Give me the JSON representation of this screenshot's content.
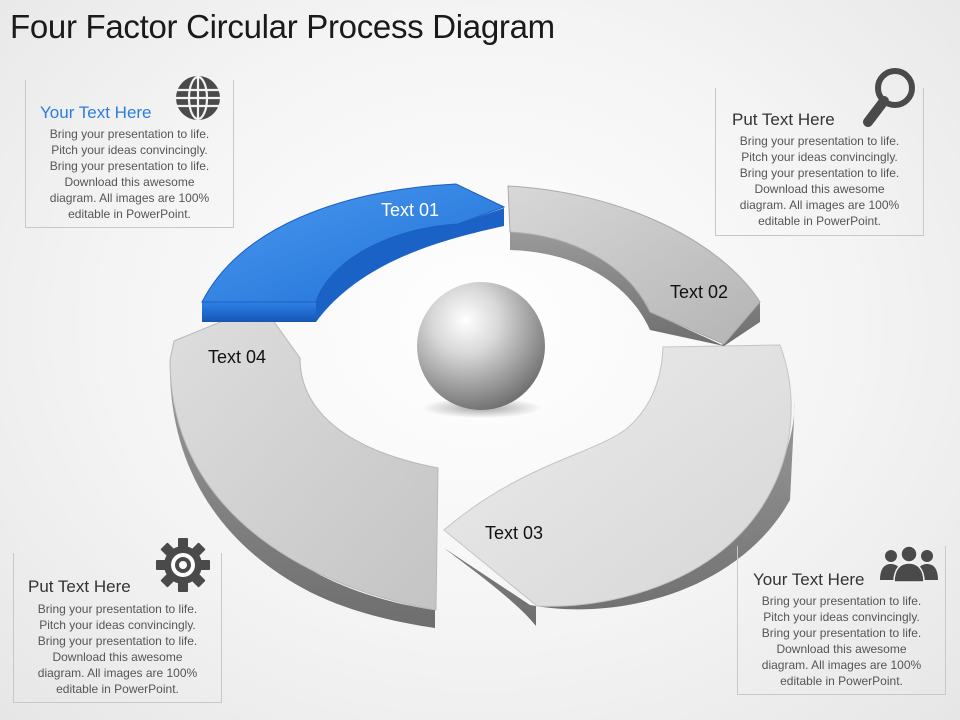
{
  "title": "Four Factor Circular Process Diagram",
  "segments": [
    {
      "label": "Text 01",
      "color": "#2a7de1"
    },
    {
      "label": "Text 02",
      "color": "#c4c4c4"
    },
    {
      "label": "Text 03",
      "color": "#e2e2e2"
    },
    {
      "label": "Text 04",
      "color": "#d2d2d2"
    }
  ],
  "boxes": {
    "top_left": {
      "heading": "Your Text Here",
      "heading_color": "#2a7de1",
      "icon": "globe-icon",
      "lines": [
        "Bring your presentation to life.",
        "Pitch your ideas convincingly.",
        "Bring your presentation to life.",
        "Download  this awesome",
        "diagram. All images are 100%",
        "editable in PowerPoint."
      ]
    },
    "top_right": {
      "heading": "Put Text Here",
      "icon": "magnifier-icon",
      "lines": [
        "Bring your presentation to life.",
        "Pitch your ideas convincingly.",
        "Bring your presentation to life.",
        "Download  this awesome",
        "diagram. All images are 100%",
        "editable in PowerPoint."
      ]
    },
    "bottom_left": {
      "heading": "Put Text Here",
      "icon": "gear-icon",
      "lines": [
        "Bring your presentation to life.",
        "Pitch your ideas convincingly.",
        "Bring your presentation to life.",
        "Download  this awesome",
        "diagram. All images are 100%",
        "editable in PowerPoint."
      ]
    },
    "bottom_right": {
      "heading": "Your Text Here",
      "icon": "users-icon",
      "lines": [
        "Bring your presentation to life.",
        "Pitch your ideas convincingly.",
        "Bring your presentation to life.",
        "Download  this awesome",
        "diagram. All images are 100%",
        "editable in PowerPoint."
      ]
    }
  }
}
